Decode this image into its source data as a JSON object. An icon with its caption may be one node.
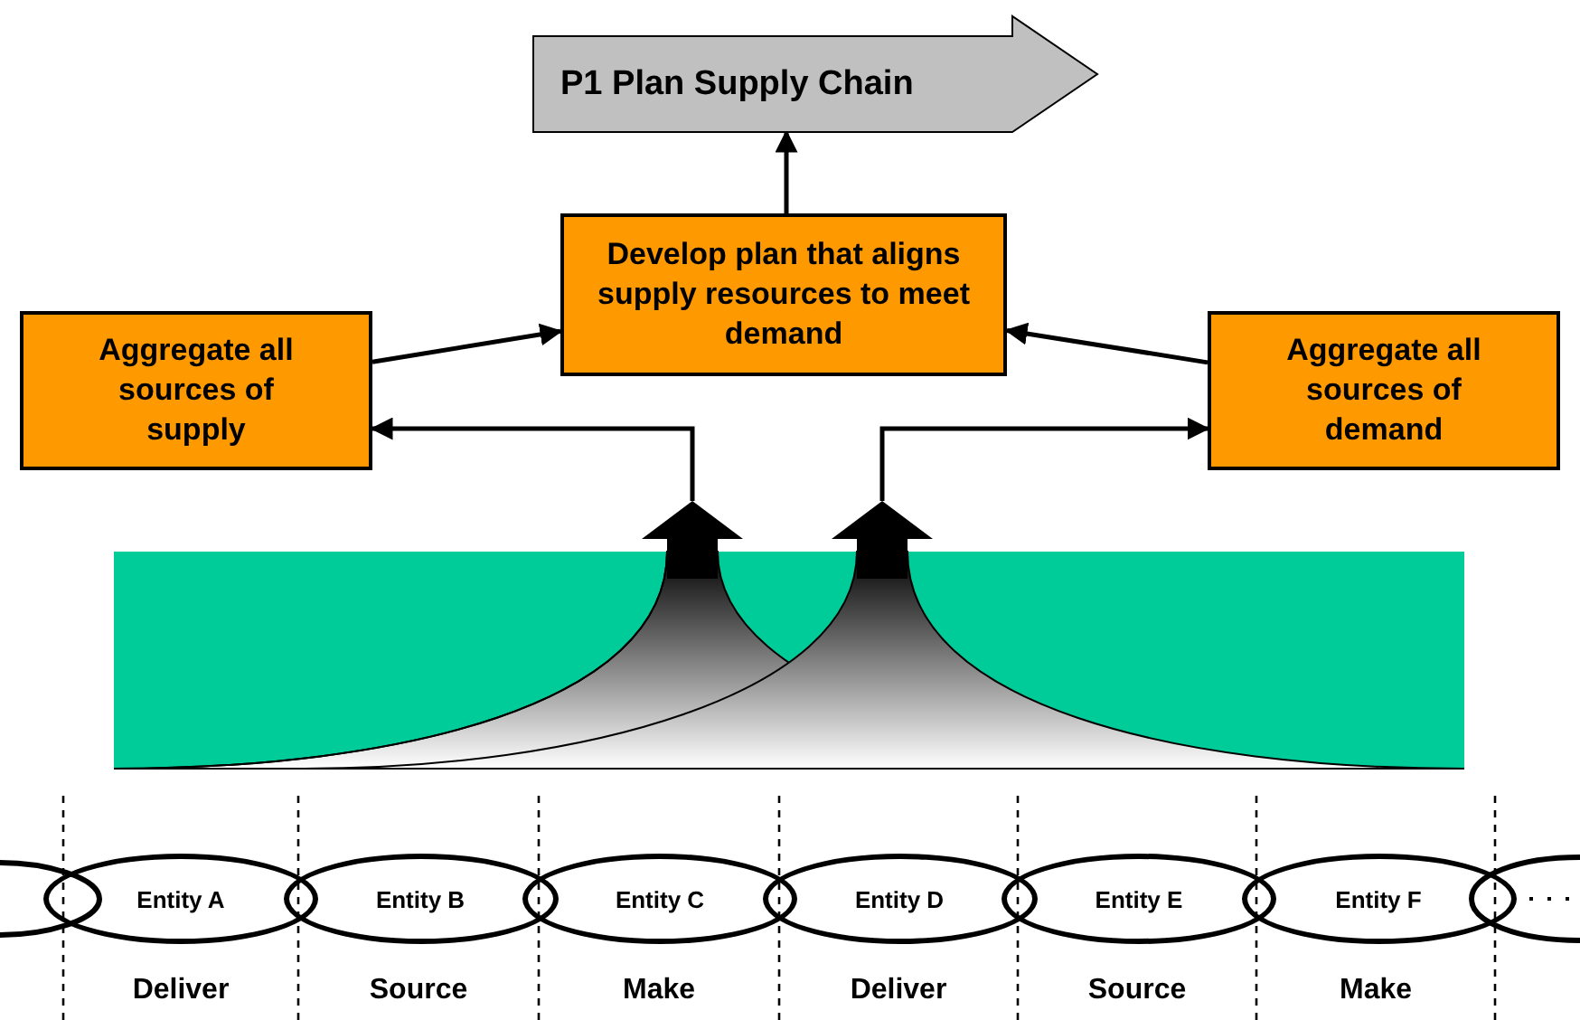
{
  "diagram": {
    "nodes": [
      {
        "text": [
          "P1 Plan Supply Chain"
        ]
      },
      {
        "text": [
          "Develop plan that aligns supply resources to meet demand"
        ]
      },
      {
        "text": [
          "Aggregate all sources of supply"
        ]
      },
      {
        "text": [
          "Aggregate all sources of demand"
        ]
      },
      {
        "text": [
          "Entity A"
        ]
      },
      {
        "text": [
          "Entity B"
        ]
      },
      {
        "text": [
          "Entity C"
        ]
      },
      {
        "text": [
          "Entity D"
        ]
      },
      {
        "text": [
          "Entity E"
        ]
      },
      {
        "text": [
          "Entity F"
        ]
      }
    ],
    "edges": [
      {
        "from": 1,
        "to": 0,
        "arrow": "to"
      },
      {
        "from": 2,
        "to": 1,
        "arrow": "to"
      },
      {
        "from": 3,
        "to": 1,
        "arrow": "to"
      },
      {
        "from": null,
        "to": 2,
        "arrow": "to"
      },
      {
        "from": null,
        "to": 3,
        "arrow": "to"
      }
    ],
    "labels": [
      "Deliver",
      "Source",
      "Make",
      "Deliver",
      "Source",
      "Make"
    ]
  }
}
